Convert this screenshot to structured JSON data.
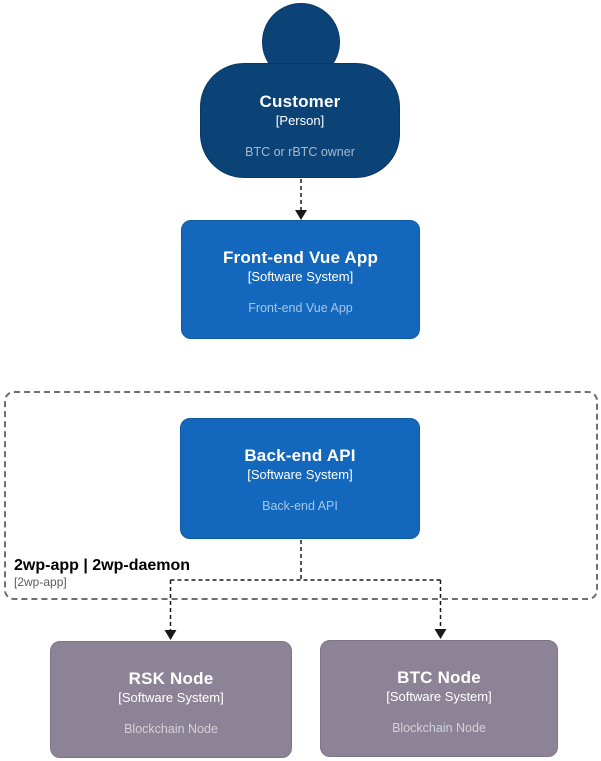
{
  "diagram": {
    "type": "c4-context-diagram",
    "nodes": {
      "customer": {
        "title": "Customer",
        "type_label": "[Person]",
        "description": "BTC or rBTC owner"
      },
      "frontend": {
        "title": "Front-end Vue App",
        "type_label": "[Software System]",
        "description": "Front-end Vue App"
      },
      "backend": {
        "title": "Back-end API",
        "type_label": "[Software System]",
        "description": "Back-end API"
      },
      "rsk_node": {
        "title": "RSK Node",
        "type_label": "[Software System]",
        "description": "Blockchain Node"
      },
      "btc_node": {
        "title": "BTC Node",
        "type_label": "[Software System]",
        "description": "Blockchain Node"
      }
    },
    "boundary": {
      "title": "2wp-app | 2wp-daemon",
      "subtitle": "[2wp-app]"
    },
    "edges": [
      {
        "from": "customer",
        "to": "frontend",
        "style": "dashed-arrow"
      },
      {
        "from": "backend",
        "to": "rsk_node",
        "style": "dashed-arrow"
      },
      {
        "from": "backend",
        "to": "btc_node",
        "style": "dashed-arrow"
      }
    ],
    "colors": {
      "person_fill": "#0C4377",
      "system_fill": "#1368BD",
      "blockchain_node_fill": "#8C8496",
      "connector": "#1A1A1A",
      "boundary_border": "#6F6F6F",
      "node_text": "#FFFFFF"
    }
  }
}
